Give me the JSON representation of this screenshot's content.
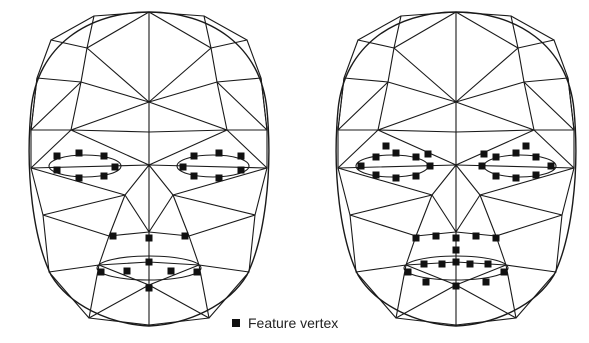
{
  "legend": {
    "label": "Feature vertex",
    "marker_color": "#111111"
  },
  "faces": [
    {
      "name": "face-model-left",
      "feature_vertex_count": 23
    },
    {
      "name": "face-model-right",
      "feature_vertex_count": 36
    }
  ],
  "colors": {
    "wireframe": "#1a1a1a",
    "background": "#ffffff"
  }
}
